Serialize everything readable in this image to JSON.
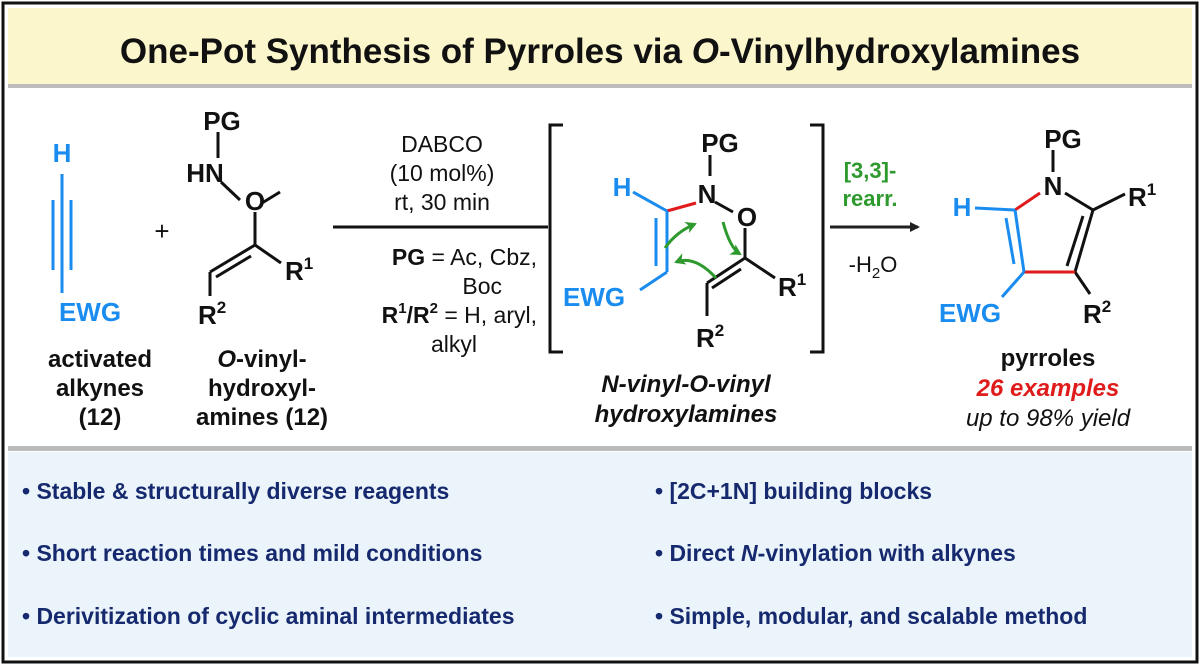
{
  "title": {
    "prefix": "One-Pot Synthesis of Pyrroles via ",
    "italic": "O",
    "suffix": "-Vinylhydroxylamines"
  },
  "colors": {
    "blue": "#1a8cf0",
    "red": "#e01b1b",
    "green": "#2e9a2e",
    "navy": "#16296e",
    "header_bg": "#fbf6cc",
    "bottom_bg": "#eaf4fa",
    "divider": "#bcbcbc"
  },
  "reagent1": {
    "h": "H",
    "ewg": "EWG",
    "label": [
      "activated",
      "alkynes",
      "(12)"
    ]
  },
  "plus": "+",
  "reagent2": {
    "pg": "PG",
    "hn": "HN",
    "o": "O",
    "r1": "R",
    "r1_sup": "1",
    "r2": "R",
    "r2_sup": "2",
    "label_italic": "O",
    "label_line1_rest": "-vinyl-",
    "label_line2": "hydroxyl-",
    "label_line3": "amines (12)"
  },
  "conditions": {
    "catalyst": "DABCO",
    "loading": "(10 mol%)",
    "time": "rt, 30 min",
    "pg_label": "PG",
    "pg_values": " = Ac, Cbz,",
    "pg_values2": "Boc",
    "r_label_a": "R",
    "r_label_a_sup": "1",
    "r_label_sep": "/R",
    "r_label_b_sup": "2",
    "r_values": " = H, aryl,",
    "r_values2": "alkyl"
  },
  "intermediate": {
    "pg": "PG",
    "n": "N",
    "o": "O",
    "h": "H",
    "ewg": "EWG",
    "r1": "R",
    "r1_sup": "1",
    "r2": "R",
    "r2_sup": "2",
    "label_line1": "N-vinyl-O-vinyl",
    "label_line2": "hydroxylamines"
  },
  "step2": {
    "rearr1": "[3,3]-",
    "rearr2": "rearr.",
    "water_a": "-H",
    "water_sub": "2",
    "water_b": "O"
  },
  "product": {
    "pg": "PG",
    "n": "N",
    "h": "H",
    "ewg": "EWG",
    "r1": "R",
    "r1_sup": "1",
    "r2": "R",
    "r2_sup": "2",
    "label": "pyrroles",
    "examples": "26 examples",
    "yield": "up to 98% yield"
  },
  "bullets_left": [
    "• Stable & structurally diverse reagents",
    "• Short reaction times and mild conditions",
    "• Derivitization of cyclic aminal intermediates"
  ],
  "bullets_right": {
    "item1": "• [2C+1N] building blocks",
    "item2_pre": "• Direct ",
    "item2_italic": "N",
    "item2_post": "-vinylation with alkynes",
    "item3": "• Simple, modular, and scalable method"
  }
}
